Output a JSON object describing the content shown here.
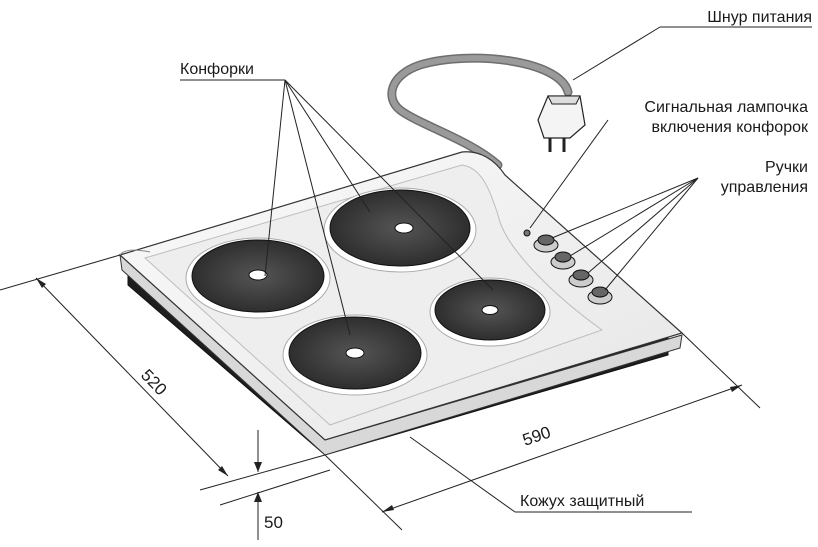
{
  "labels": {
    "power_cord": "Шнур питания",
    "burners": "Конфорки",
    "signal_lamp_line1": "Сигнальная лампочка",
    "signal_lamp_line2": "включения конфорок",
    "knobs_line1": "Ручки",
    "knobs_line2": "управления",
    "casing": "Кожух защитный"
  },
  "dimensions": {
    "depth": "520",
    "width": "590",
    "height": "50"
  },
  "colors": {
    "burner": "#3a3a3a",
    "panel": "#f2f2f2",
    "cord": "#8c8c8c"
  }
}
